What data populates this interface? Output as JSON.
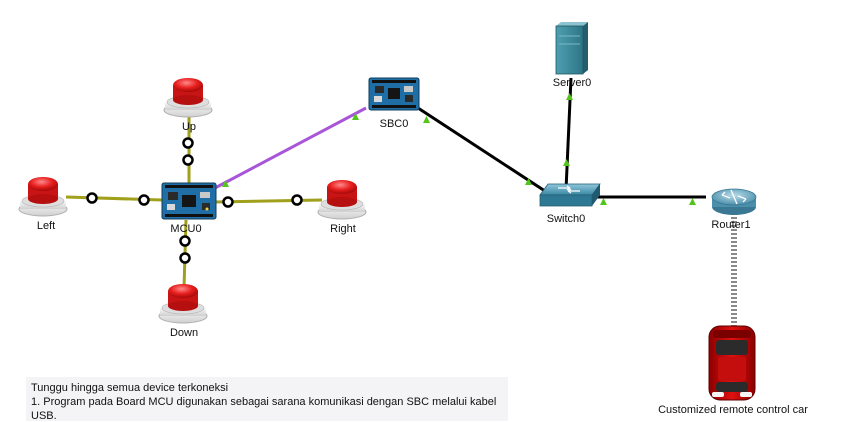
{
  "colors": {
    "ethernet": "#000000",
    "usb": "#a855d8",
    "iot_cable": "#a0a01c",
    "link_up": "#52c41a",
    "iot_port": "#000000"
  },
  "devices": {
    "up": {
      "label": "Up",
      "icon": "push-button-icon"
    },
    "left": {
      "label": "Left",
      "icon": "push-button-icon"
    },
    "right": {
      "label": "Right",
      "icon": "push-button-icon"
    },
    "down": {
      "label": "Down",
      "icon": "push-button-icon"
    },
    "mcu": {
      "label": "MCU0",
      "icon": "mcu-board-icon"
    },
    "sbc": {
      "label": "SBC0",
      "icon": "sbc-board-icon"
    },
    "switch": {
      "label": "Switch0",
      "icon": "switch-icon"
    },
    "server": {
      "label": "Server0",
      "icon": "server-icon"
    },
    "router": {
      "label": "Router1",
      "icon": "router-icon"
    },
    "car": {
      "label": "Customized remote control car",
      "icon": "car-icon"
    }
  },
  "note": {
    "line1": "Tunggu hingga semua device terkoneksi",
    "line2": "1. Program pada Board MCU digunakan sebagai sarana komunikasi dengan SBC melalui kabel USB."
  }
}
